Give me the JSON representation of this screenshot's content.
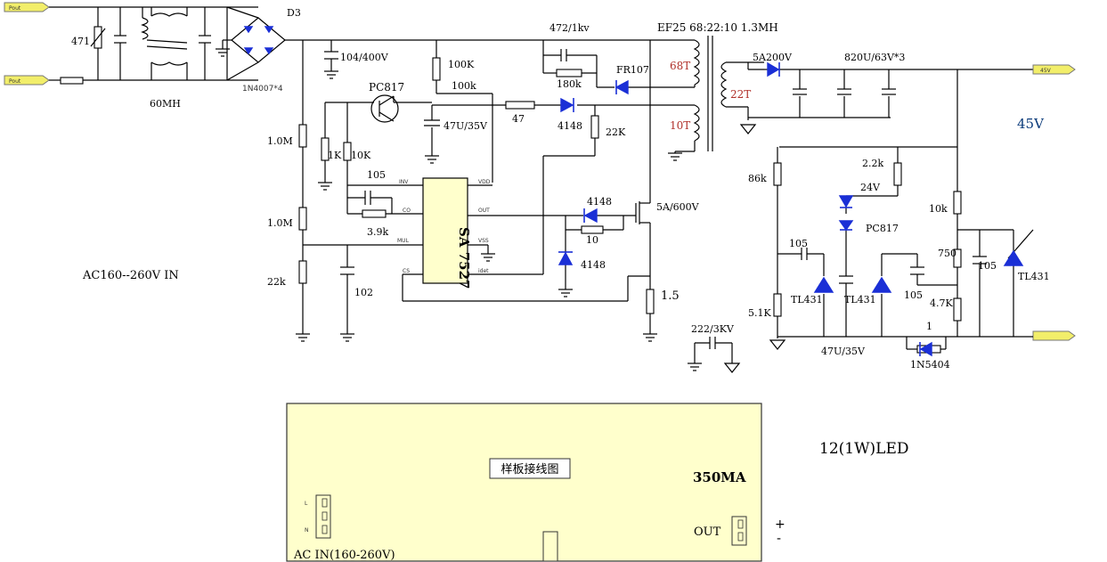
{
  "colors": {
    "board_fill": "#ffffcc",
    "diode_blue": "#1a2fd6",
    "connector_yellow": "#f2ee6a",
    "winding_red": "#b0312b"
  },
  "inputs": {
    "in1": "Pout",
    "in2": "Pout"
  },
  "outputs": {
    "pos": "45V",
    "neg": ""
  },
  "labels": {
    "r471": "471",
    "choke": "60MH",
    "d3": "D3",
    "bridge": "1N4007*4",
    "cap_104": "104/400V",
    "pc817_a": "PC817",
    "r100k_a": "100K",
    "r100k_b": "100k",
    "cap_47u_a": "47U/35V",
    "r47": "47",
    "d4148_a": "4148",
    "r22k_a": "22K",
    "snub_cap": "472/1kv",
    "r180k": "180k",
    "fr107": "FR107",
    "transformer": "EF25 68:22:10  1.3MH",
    "w68t": "68T",
    "w22t": "22T",
    "w10t": "10T",
    "d5a200v": "5A200V",
    "caps_out": "820U/63V*3",
    "v45": "45V",
    "r10m_a": "1.0M",
    "r10m_b": "1.0M",
    "r22k_b": "22k",
    "r1k": "1K",
    "r10k": "10K",
    "c105_a": "105",
    "r3_9k": "3.9k",
    "c102": "102",
    "ic": "SA 7527",
    "pin_inv": "INV",
    "pin_co": "CO",
    "pin_mul": "MUL",
    "pin_cs": "CS",
    "pin_vdd": "VDD",
    "pin_out": "OUT",
    "pin_vss": "VSS",
    "pin_zcd": "idet",
    "d4148_b": "4148",
    "r10": "10",
    "d4148_c": "4148",
    "mosfet": "5A/600V",
    "r1_5": "1.5",
    "cap_222": "222/3KV",
    "ac_in": "AC160--260V IN",
    "r86k": "86k",
    "r2_2k": "2.2k",
    "z24v": "24V",
    "pc817_b": "PC817",
    "r10k_b": "10k",
    "c105_b": "105",
    "tl431_a": "TL431",
    "tl431_b": "TL431",
    "c105_c": "105",
    "r750": "750",
    "c105_d": "105",
    "tl431_c": "TL431",
    "r4_7k": "4.7K",
    "r5_1k": "5.1K",
    "cap_47u_b": "47U/35V",
    "r1": "1",
    "d1n5404": "1N5404"
  },
  "board": {
    "title": "样板接线图",
    "current": "350MA",
    "ac_in": "AC IN(160-260V)",
    "out": "OUT",
    "plus": "+",
    "minus": "-",
    "pins": [
      "L",
      "",
      "N"
    ]
  },
  "side_note": "12(1W)LED"
}
